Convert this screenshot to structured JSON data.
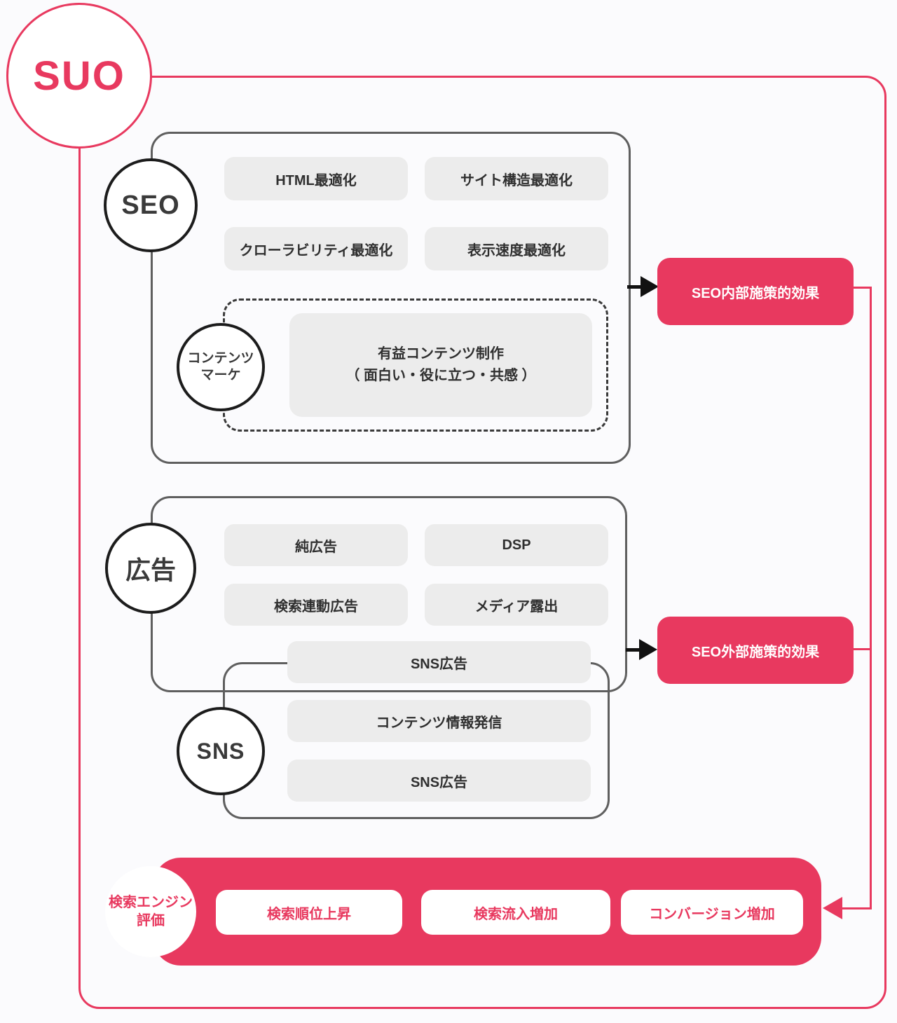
{
  "title": "SUO",
  "colors": {
    "accent_pink": "#e8395f",
    "pill_gray": "#ececec",
    "border_gray": "#5f5f5f",
    "text_dark": "#2f2f2f"
  },
  "seo": {
    "label": "SEO",
    "pills": [
      "HTML最適化",
      "サイト構造最適化",
      "クローラビリティ最適化",
      "表示速度最適化"
    ],
    "content_marketing": {
      "circle_line1": "コンテンツ",
      "circle_line2": "マーケ",
      "pill_line1": "有益コンテンツ制作",
      "pill_line2": "（ 面白い・役に立つ・共感 ）"
    },
    "result": "SEO内部施策的効果"
  },
  "ads": {
    "label": "広告",
    "pills": [
      "純広告",
      "DSP",
      "検索連動広告",
      "メディア露出"
    ],
    "shared_pill": "SNS広告",
    "result": "SEO外部施策的効果"
  },
  "sns": {
    "label": "SNS",
    "pills": [
      "コンテンツ情報発信",
      "SNS広告"
    ]
  },
  "evaluation": {
    "circle_line1": "検索エンジン",
    "circle_line2": "評価",
    "pills": [
      "検索順位上昇",
      "検索流入増加",
      "コンバージョン増加"
    ]
  }
}
